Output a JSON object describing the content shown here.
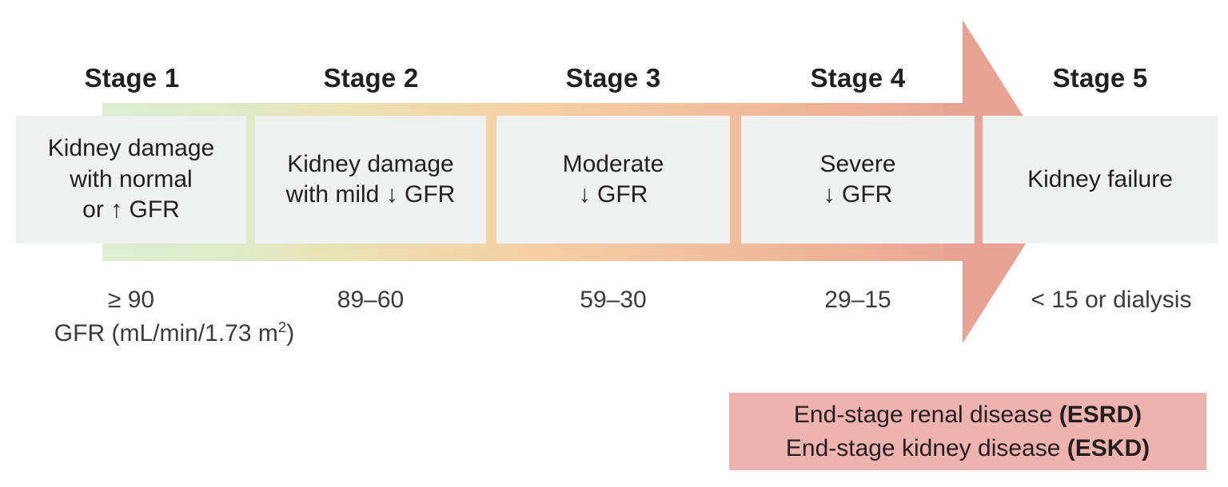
{
  "figure": {
    "title": "Chronic kidney disease stages progression arrow",
    "colors": {
      "band_start": "#ddeed3",
      "band_mid1": "#ecdfb0",
      "band_mid2": "#f5cfa2",
      "band_end": "#e9a394",
      "arrow_head": "#e9a394",
      "card_bg": "#eff0f0",
      "callout_bg": "#eeb3ae",
      "text": "#231f20"
    }
  },
  "stages": [
    {
      "header": "Stage 1",
      "description": "Kidney damage\nwith normal\nor ↑ GFR",
      "gfr_value": "≥ 90"
    },
    {
      "header": "Stage 2",
      "description": "Kidney damage\nwith mild ↓ GFR",
      "gfr_value": "89–60"
    },
    {
      "header": "Stage 3",
      "description": "Moderate\n↓ GFR",
      "gfr_value": "59–30"
    },
    {
      "header": "Stage 4",
      "description": "Severe\n↓ GFR",
      "gfr_value": "29–15"
    },
    {
      "header": "Stage 5",
      "description": "Kidney failure",
      "gfr_value": "< 15 or dialysis"
    }
  ],
  "axis": {
    "label_prefix": "GFR (mL/min/1.73 m",
    "label_sup": "2",
    "label_suffix": ")"
  },
  "callout": {
    "line1_text": "End-stage renal disease ",
    "line1_bold": "(ESRD)",
    "line2_text": "End-stage kidney disease ",
    "line2_bold": "(ESKD)"
  }
}
